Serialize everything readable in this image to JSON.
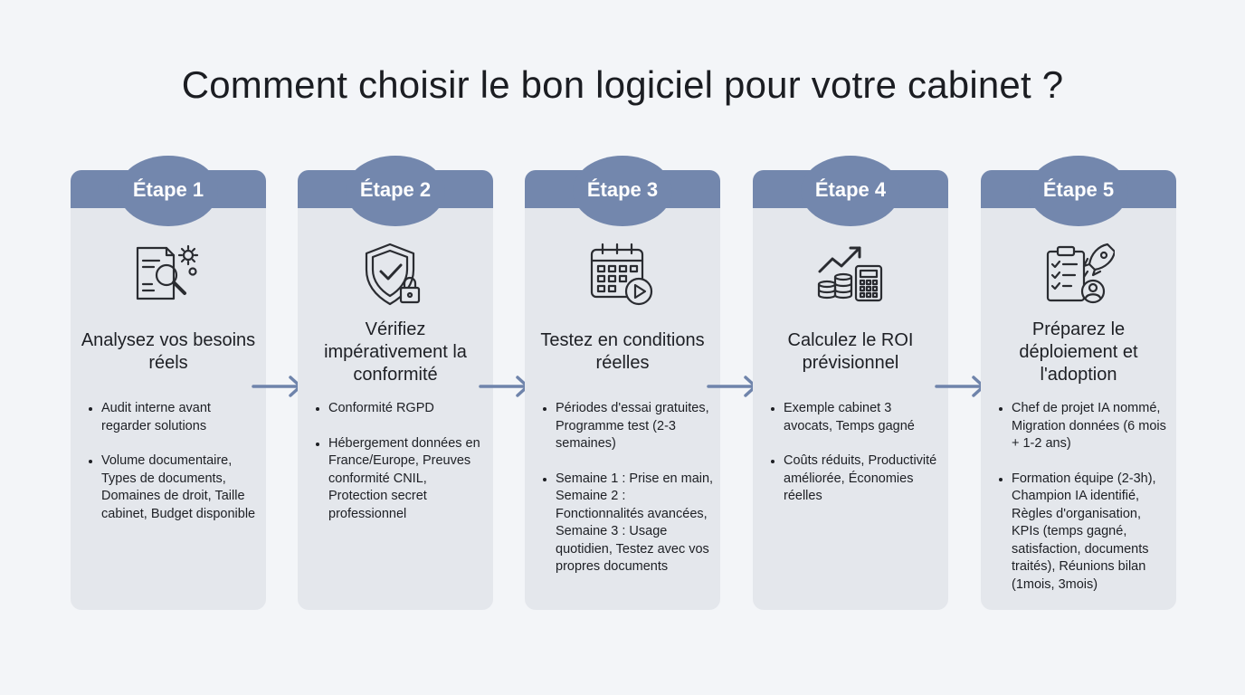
{
  "title": "Comment choisir le bon logiciel pour votre cabinet ?",
  "colors": {
    "accent": "#7387ad",
    "card_bg": "#e4e7ec",
    "background": "#f3f5f8",
    "arrow": "#6f84ab"
  },
  "steps": [
    {
      "label": "Étape 1",
      "icon": "document-search-gear-icon",
      "heading": "Analysez vos besoins réels",
      "bullets": [
        "Audit interne avant regarder solutions",
        "Volume documentaire, Types de documents, Domaines de droit, Taille cabinet, Budget disponible"
      ]
    },
    {
      "label": "Étape 2",
      "icon": "shield-check-lock-icon",
      "heading": "Vérifiez impérativement la conformité",
      "bullets": [
        "Conformité RGPD",
        "Hébergement données en France/Europe, Preuves conformité CNIL, Protection secret professionnel"
      ]
    },
    {
      "label": "Étape 3",
      "icon": "calendar-play-icon",
      "heading": "Testez en conditions réelles",
      "bullets": [
        "Périodes d'essai gratuites, Programme test (2-3 semaines)",
        "Semaine 1 : Prise en main, Semaine 2 : Fonctionnalités avancées, Semaine 3 : Usage quotidien, Testez avec vos propres documents"
      ]
    },
    {
      "label": "Étape 4",
      "icon": "growth-coins-calculator-icon",
      "heading": "Calculez le ROI prévisionnel",
      "bullets": [
        "Exemple cabinet 3 avocats, Temps gagné",
        "Coûts réduits, Productivité améliorée, Économies réelles"
      ]
    },
    {
      "label": "Étape 5",
      "icon": "checklist-rocket-user-icon",
      "heading": "Préparez le déploiement et l'adoption",
      "bullets": [
        "Chef de projet IA nommé, Migration données (6 mois + 1-2 ans)",
        "Formation équipe (2-3h), Champion IA identifié, Règles d'organisation, KPIs (temps gagné, satisfaction, documents traités), Réunions bilan (1mois, 3mois)"
      ]
    }
  ]
}
